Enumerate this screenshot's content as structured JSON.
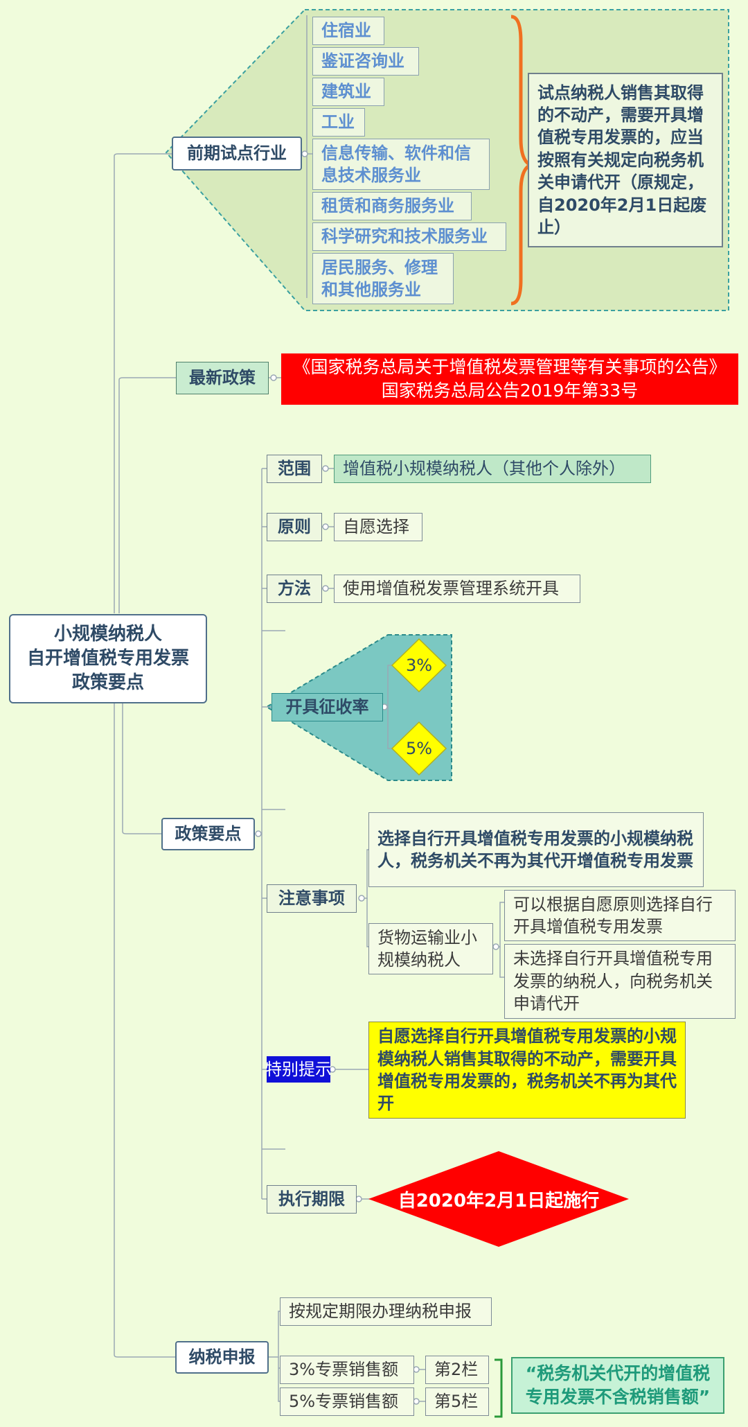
{
  "root": {
    "line1": "小规模纳税人",
    "line2": "自开增值税专用发票",
    "line3": "政策要点"
  },
  "pilot": {
    "label": "前期试点行业",
    "industries": [
      "住宿业",
      "鉴证咨询业",
      "建筑业",
      "工业",
      "信息传输、软件和信息技术服务业",
      "租赁和商务服务业",
      "科学研究和技术服务业",
      "居民服务、修理和其他服务业"
    ],
    "note": "试点纳税人销售其取得的不动产，需要开具增值税专用发票的，应当按照有关规定向税务机关申请代开（原规定，自2020年2月1日起废止）"
  },
  "latest": {
    "label": "最新政策",
    "title": "《国家税务总局关于增值税发票管理等有关事项的公告》",
    "number": "国家税务总局公告2019年第33号"
  },
  "policy": {
    "label": "政策要点",
    "scope": {
      "label": "范围",
      "value": "增值税小规模纳税人（其他个人除外）"
    },
    "principle": {
      "label": "原则",
      "value": "自愿选择"
    },
    "method": {
      "label": "方法",
      "value": "使用增值税发票管理系统开具"
    },
    "rate": {
      "label": "开具征收率",
      "values": [
        "3%",
        "5%"
      ]
    },
    "notes": {
      "label": "注意事项",
      "main": "选择自行开具增值税专用发票的小规模纳税人，税务机关不再为其代开增值税专用发票",
      "freight": "货物运输业小规模纳税人",
      "freight_opt1": "可以根据自愿原则选择自行开具增值税专用发票",
      "freight_opt2": "未选择自行开具增值税专用发票的纳税人，向税务机关申请代开"
    },
    "special": {
      "label": "特别提示",
      "value": "自愿选择自行开具增值税专用发票的小规模纳税人销售其取得的不动产，需要开具增值税专用发票的，税务机关不再为其代开"
    },
    "deadline": {
      "label": "执行期限",
      "value": "自2020年2月1日起施行"
    }
  },
  "declare": {
    "label": "纳税申报",
    "item1": "按规定期限办理纳税申报",
    "row3": {
      "label": "3%专票销售额",
      "col": "第2栏"
    },
    "row5": {
      "label": "5%专票销售额",
      "col": "第5栏"
    },
    "quote": "“税务机关代开的增值税专用发票不含税销售额”"
  },
  "colors": {
    "red": "#ff0000",
    "yellow": "#ffff00",
    "teal": "#7bc8c2",
    "orange": "#f07020",
    "blue": "#1010d8",
    "green": "#2a9a3a"
  }
}
